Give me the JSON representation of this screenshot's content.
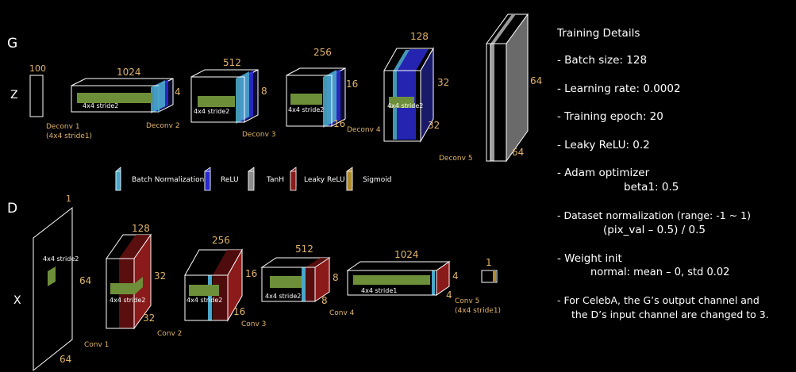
{
  "generator": {
    "label": "G",
    "input": {
      "label": "Z",
      "size": "100"
    },
    "layers": [
      {
        "name": "Deconv 1",
        "note": "(4x4 stride1)",
        "channels": "1024",
        "size": "4",
        "kernel": "4x4 stride2"
      },
      {
        "name": "Deconv 2",
        "channels": "512",
        "size": "8",
        "kernel": "4x4 stride2"
      },
      {
        "name": "Deconv 3",
        "channels": "256",
        "size": "16",
        "kernel": "4x4 stride2"
      },
      {
        "name": "Deconv 4",
        "channels": "128",
        "size": "32",
        "kernel": "4x4 stride2"
      },
      {
        "name": "Deconv 5",
        "size": "64"
      }
    ]
  },
  "legend": [
    {
      "label": "Batch Normalization",
      "color": "#4aa7c9"
    },
    {
      "label": "ReLU",
      "color": "#2b2ad0"
    },
    {
      "label": "TanH",
      "color": "#8c8c8c"
    },
    {
      "label": "Leaky ReLU",
      "color": "#8b1a1a"
    },
    {
      "label": "Sigmoid",
      "color": "#b08a2a"
    }
  ],
  "discriminator": {
    "label": "D",
    "input": {
      "label": "X",
      "size": "64",
      "channels": "1",
      "kernel": "4x4 stride2"
    },
    "layers": [
      {
        "name": "Conv 1",
        "channels": "128",
        "size": "32",
        "kernel": "4x4 stride2"
      },
      {
        "name": "Conv 2",
        "channels": "256",
        "size": "16",
        "kernel": "4x4 stride2"
      },
      {
        "name": "Conv 3",
        "channels": "512",
        "size": "8",
        "kernel": "4x4 stride2"
      },
      {
        "name": "Conv 4",
        "channels": "1024",
        "size": "4",
        "kernel": "4x4 stride1"
      },
      {
        "name": "Conv 5",
        "note": "(4x4 stride1)",
        "channels": "1"
      }
    ]
  },
  "training_details": {
    "title": "Training Details",
    "items": [
      {
        "text": "-   Batch size: 128"
      },
      {
        "text": "-   Learning rate: 0.0002"
      },
      {
        "text": "-   Training epoch: 20"
      },
      {
        "text": "-   Leaky ReLU: 0.2"
      },
      {
        "text": "-   Adam optimizer",
        "sub": "beta1: 0.5"
      },
      {
        "text": "-   Dataset normalization (range: -1 ~ 1)",
        "sub": "(pix_val – 0.5) / 0.5"
      },
      {
        "text": "-   Weight init",
        "sub": "normal: mean – 0, std 0.02"
      },
      {
        "text": "-   For CelebA, the G’s output channel and",
        "sub": "the D’s input channel are changed to 3."
      }
    ]
  },
  "colors": {
    "text_orange": "#e0b36a",
    "block_green": "#6e8f3a",
    "edge": "#ffffff"
  }
}
